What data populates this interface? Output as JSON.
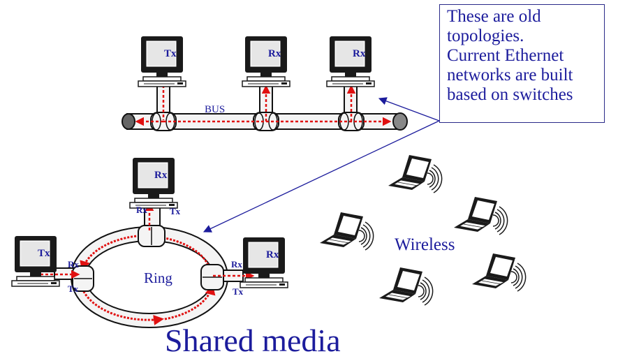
{
  "note": {
    "lines": [
      "These are old",
      "topologies.",
      "Current Ethernet",
      "networks are built",
      "based on switches"
    ]
  },
  "bus": {
    "label": "BUS",
    "stations": [
      {
        "label": "Tx"
      },
      {
        "label": "Rx"
      },
      {
        "label": "Rx"
      }
    ]
  },
  "ring": {
    "label": "Ring",
    "stations": [
      {
        "label": "Rx",
        "port_rx": "Rx",
        "port_tx": "Tx"
      },
      {
        "label": "Tx",
        "port_rx": "Rx",
        "port_tx": "Tx"
      },
      {
        "label": "Rx",
        "port_rx": "Rx",
        "port_tx": "Tx"
      }
    ]
  },
  "wireless": {
    "label": "Wireless"
  },
  "caption": "Shared media",
  "colors": {
    "text_blue": "#1c1c9c",
    "arrow_red": "#e01010",
    "outline": "#111111",
    "pipe_fill": "#f4f4f4"
  }
}
